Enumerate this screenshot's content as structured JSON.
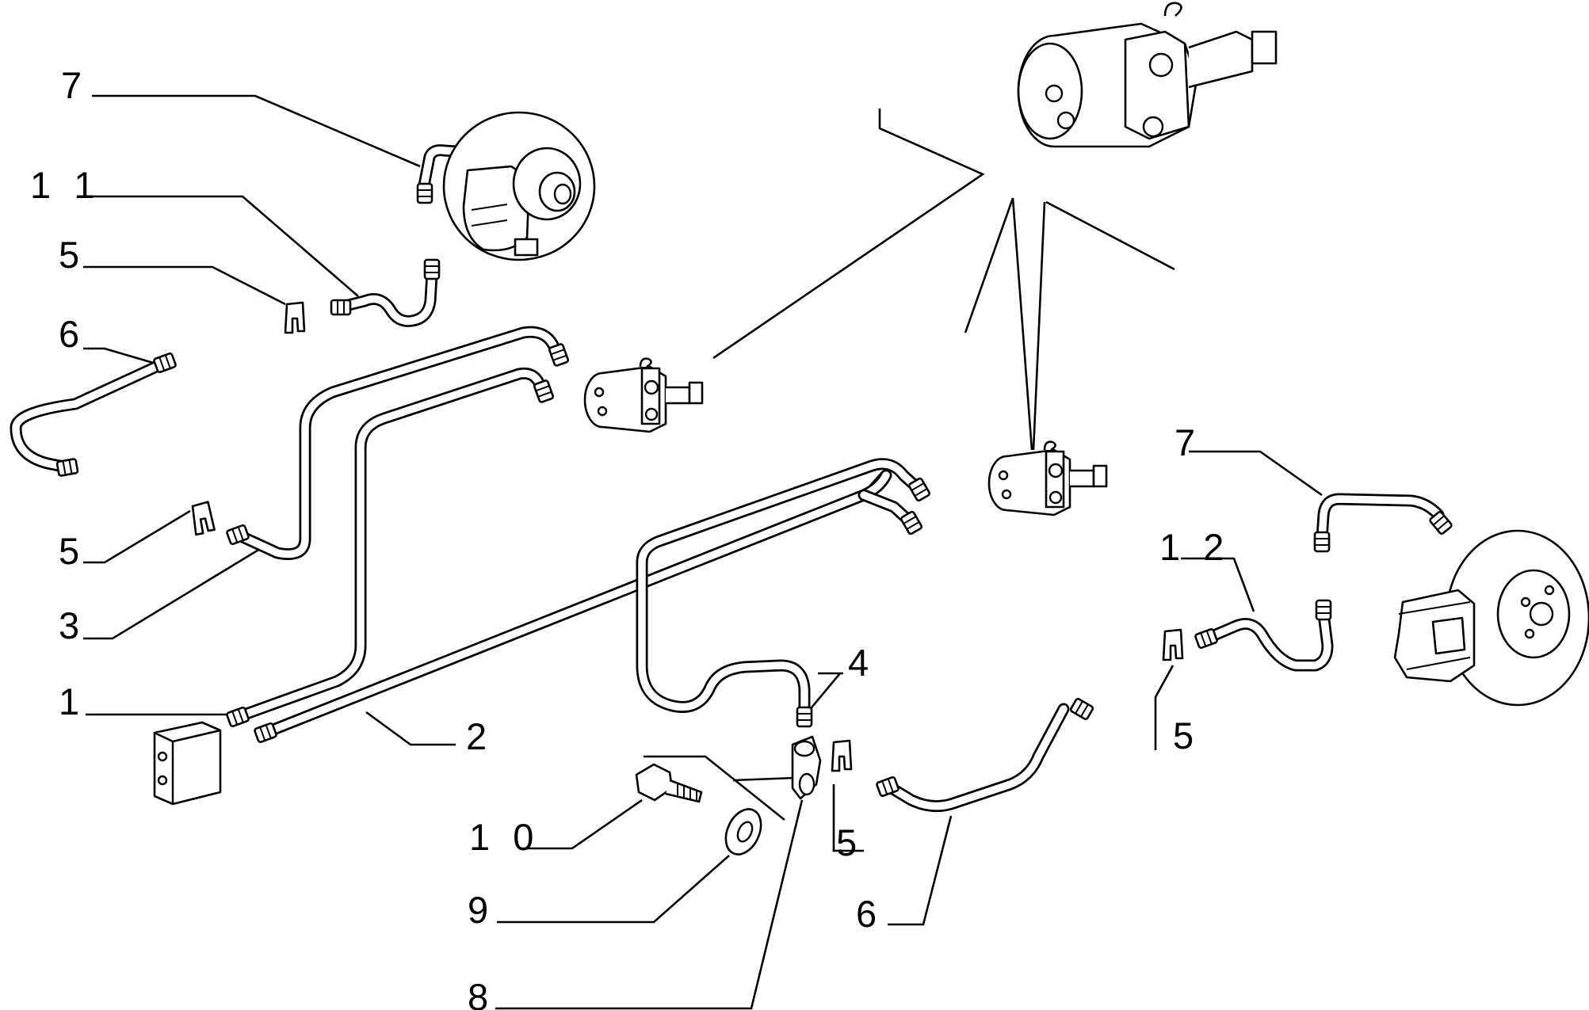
{
  "callouts": {
    "c7_top": "7",
    "c11": "1 1",
    "c5_top": "5",
    "c6_left": "6",
    "c5_mid": "5",
    "c3": "3",
    "c1": "1",
    "c2": "2",
    "c4": "4",
    "c10": "1 0",
    "c9": "9",
    "c8": "8",
    "c5_center": "5",
    "c6_bottom": "6",
    "c7_right": "7",
    "c12": "1 2",
    "c5_right": "5"
  }
}
